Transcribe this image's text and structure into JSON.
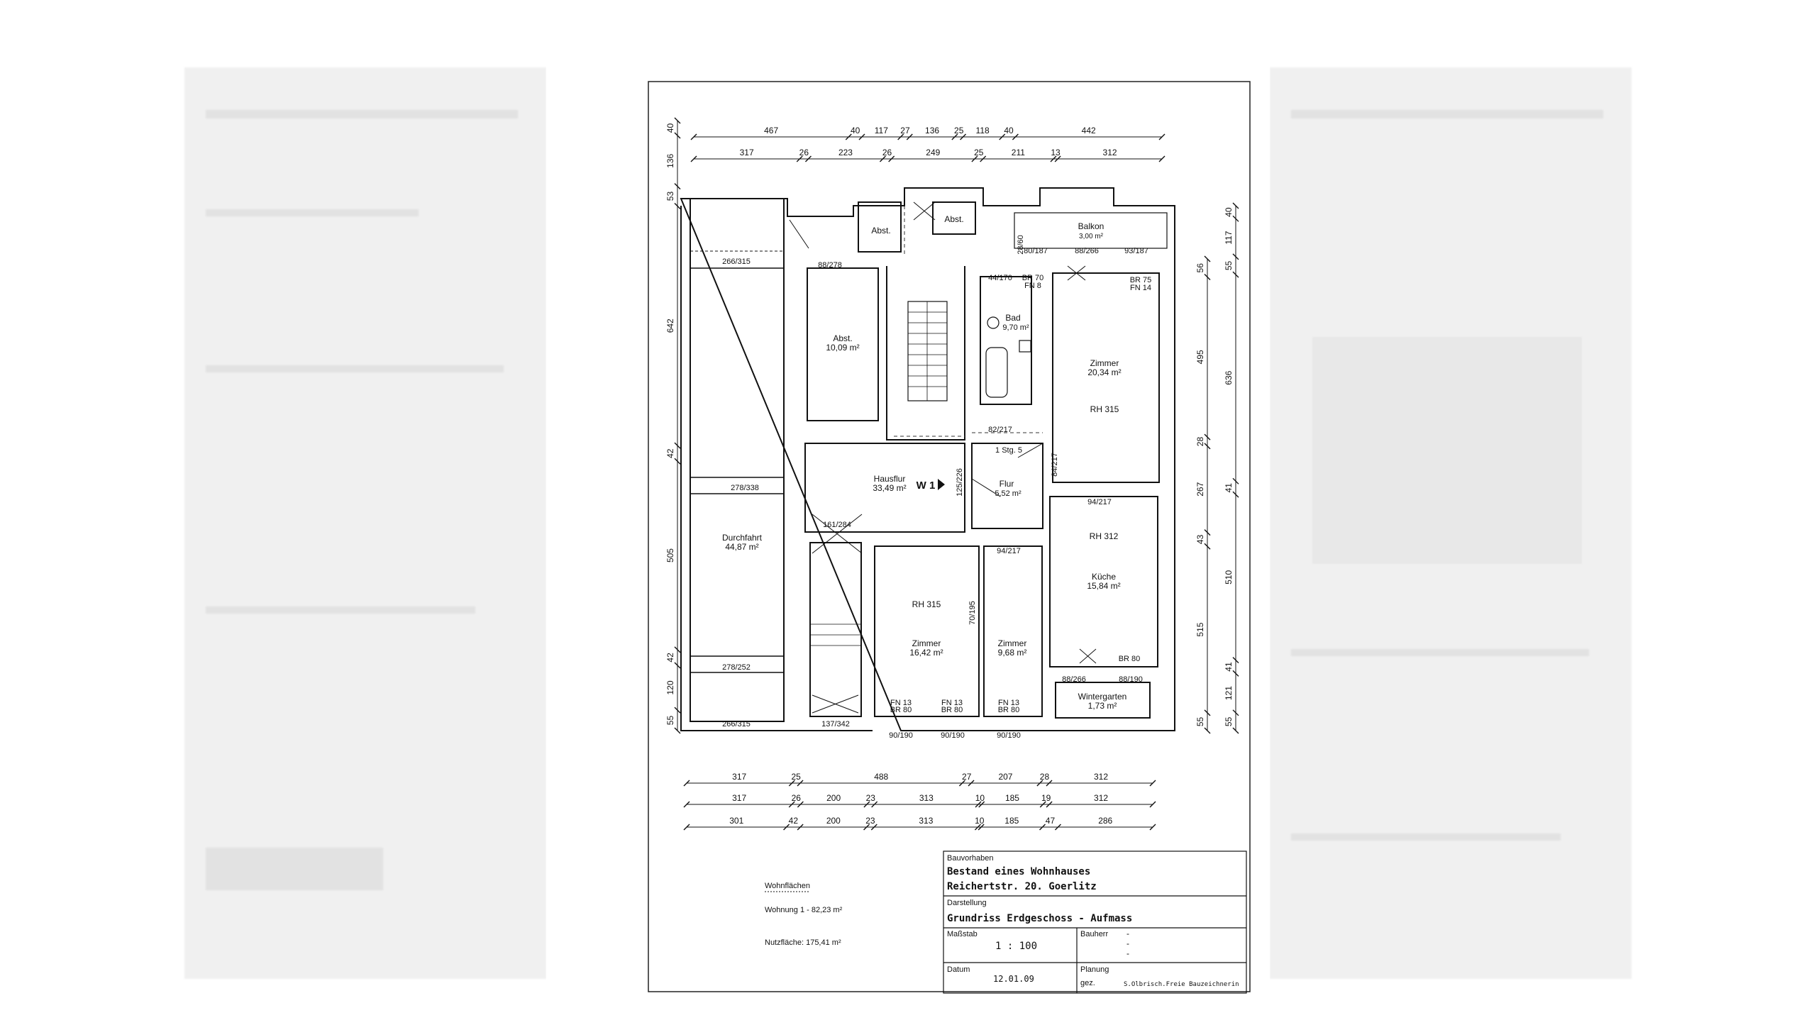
{
  "dims": {
    "top_row1": [
      "467",
      "40",
      "117",
      "27",
      "136",
      "25",
      "118",
      "40",
      "442"
    ],
    "top_row2": [
      "317",
      "26",
      "223",
      "26",
      "249",
      "25",
      "211",
      "13",
      "312"
    ],
    "left": [
      "40",
      "136",
      "53",
      "642",
      "42",
      "505",
      "42",
      "120",
      "55"
    ],
    "right_inner": [
      "56",
      "495",
      "28",
      "267",
      "43",
      "515",
      "55"
    ],
    "right_outer": [
      "40",
      "117",
      "55",
      "636",
      "41",
      "510",
      "41",
      "121",
      "55"
    ],
    "bottom_row1": [
      "317",
      "25",
      "488",
      "27",
      "207",
      "28",
      "312"
    ],
    "bottom_row2": [
      "317",
      "26",
      "200",
      "23",
      "313",
      "10",
      "185",
      "19",
      "312"
    ],
    "bottom_row3": [
      "301",
      "42",
      "200",
      "23",
      "313",
      "10",
      "185",
      "47",
      "286"
    ]
  },
  "rooms": {
    "abst_small_1": "Abst.",
    "abst_small_2": "Abst.",
    "balkon_name": "Balkon",
    "balkon_area": "3,00 m²",
    "abst_name": "Abst.",
    "abst_area": "10,09 m²",
    "bad_name": "Bad",
    "bad_area": "9,70 m²",
    "zimmer_r_name": "Zimmer",
    "zimmer_r_area": "20,34 m²",
    "zimmer_r_rh": "RH 315",
    "hausflur_name": "Hausflur",
    "hausflur_area": "33,49 m²",
    "w1": "W 1",
    "flur_name": "Flur",
    "flur_area": "5,52 m²",
    "stg": "1 Stg. 5",
    "durchfahrt_name": "Durchfahrt",
    "durchfahrt_area": "44,87 m²",
    "kueche_rh": "RH 312",
    "kueche_name": "Küche",
    "kueche_area": "15,84 m²",
    "zimmer_m_rh": "RH 315",
    "zimmer_m_name": "Zimmer",
    "zimmer_m_area": "16,42 m²",
    "zimmer_s_name": "Zimmer",
    "zimmer_s_area": "9,68 m²",
    "wintergarten_name": "Wintergarten",
    "wintergarten_area": "1,73 m²"
  },
  "openings": {
    "o1": "266/315",
    "o2": "88/278",
    "o3": "80/187",
    "o4": "88/266",
    "o5": "93/187",
    "o6": "28/60",
    "o7": "44/170",
    "o8a": "BR 70",
    "o8b": "FN 8",
    "o9a": "BR 75",
    "o9b": "FN 14",
    "o10": "82/217",
    "o11": "84/217",
    "o12": "125/226",
    "o13": "278/338",
    "o14": "161/284",
    "o15": "94/217",
    "o16": "94/217",
    "o17": "70/195",
    "o18": "278/252",
    "o19": "88/266",
    "o20": "88/190",
    "o21": "BR 80",
    "o22": "266/315",
    "o23": "137/342",
    "o24a": "FN 13",
    "o24b": "BR 80",
    "o25a": "FN 13",
    "o25b": "BR 80",
    "o26a": "FN 13",
    "o26b": "BR 80",
    "o27": "90/190",
    "o28": "90/190",
    "o29": "90/190"
  },
  "wohnflaechen": {
    "heading": "Wohnflächen",
    "wohnung": "Wohnung 1  -  82,23 m²",
    "nutzflaeche": "Nutzfläche:   175,41 m²"
  },
  "titleblock": {
    "bauvorhaben_label": "Bauvorhaben",
    "bauvorhaben_line1": "Bestand eines Wohnhauses",
    "bauvorhaben_line2": "Reichertstr. 20. Goerlitz",
    "darstellung_label": "Darstellung",
    "darstellung_value": "Grundriss Erdgeschoss - Aufmass",
    "massstab_label": "Maßstab",
    "massstab_value": "1 : 100",
    "bauherr_label": "Bauherr",
    "bauherr_value": "-",
    "datum_label": "Datum",
    "datum_value": "12.01.09",
    "planung_label": "Planung",
    "gez_label": "gez.",
    "planung_value": "S.Olbrisch.Freie Bauzeichnerin"
  }
}
